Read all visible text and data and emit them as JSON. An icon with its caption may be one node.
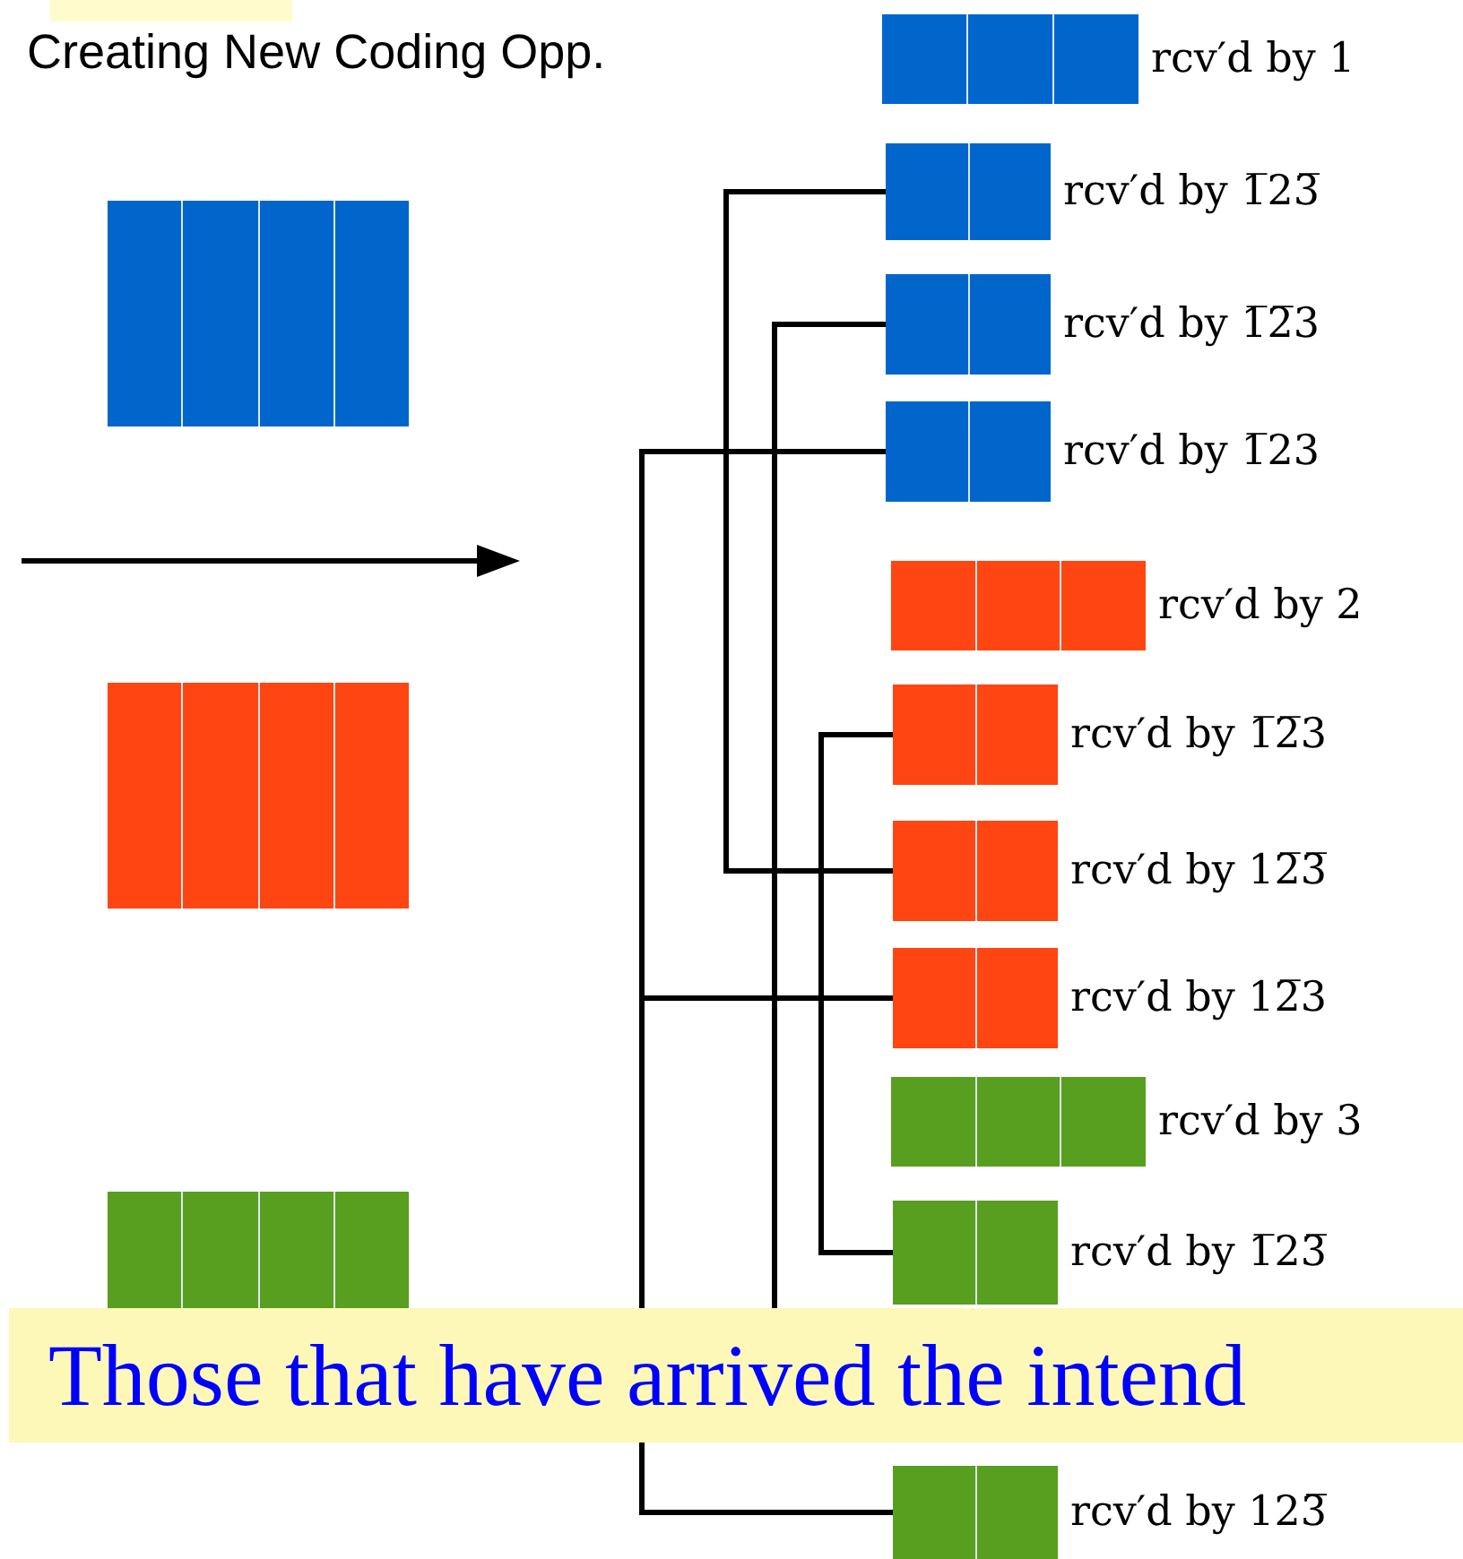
{
  "diagram": {
    "title": "Creating New Coding Opp.",
    "nodes": [
      {
        "text": [],
        "shape": "bar"
      },
      {
        "text": [],
        "shape": "bar"
      },
      {
        "text": [],
        "shape": "bar"
      },
      {
        "text": [],
        "shape": "bar",
        "beside": [
          "rcv′d by 1"
        ]
      },
      {
        "text": [],
        "shape": "bar",
        "beside": [
          "rcv′d by 1̅23̅"
        ]
      },
      {
        "text": [],
        "shape": "bar",
        "beside": [
          "rcv′d by 1̅2̅3"
        ]
      },
      {
        "text": [],
        "shape": "bar",
        "beside": [
          "rcv′d by 1̅23"
        ]
      },
      {
        "text": [],
        "shape": "bar",
        "beside": [
          "rcv′d by 2"
        ]
      },
      {
        "text": [],
        "shape": "bar",
        "beside": [
          "rcv′d by 1̅2̅3"
        ]
      },
      {
        "text": [],
        "shape": "bar",
        "beside": [
          "rcv′d by 12̅3̅"
        ]
      },
      {
        "text": [],
        "shape": "bar",
        "beside": [
          "rcv′d by 12̅3"
        ]
      },
      {
        "text": [],
        "shape": "bar",
        "beside": [
          "rcv′d by 3"
        ]
      },
      {
        "text": [],
        "shape": "bar",
        "beside": [
          "rcv′d by 1̅23̅"
        ]
      },
      {
        "text": [],
        "shape": "bar",
        "beside": [
          "rcv′d by 123̅"
        ]
      }
    ],
    "edges": [
      {
        "from": 4,
        "to": 9,
        "arrow": "none"
      },
      {
        "from": 5,
        "to": null,
        "arrow": "none"
      },
      {
        "from": 6,
        "to": 10,
        "arrow": "none"
      },
      {
        "from": 6,
        "to": 13,
        "arrow": "none"
      },
      {
        "from": 8,
        "to": 12,
        "arrow": "none"
      }
    ],
    "labels": [
      "Those that have arrived the intend"
    ]
  }
}
